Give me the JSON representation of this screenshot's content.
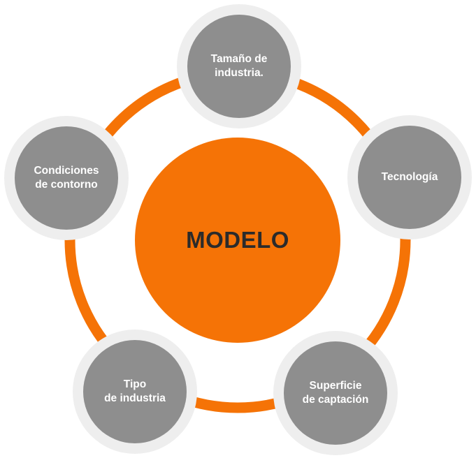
{
  "colors": {
    "accent": "#f57306",
    "node_fill": "#8e8e8e",
    "node_halo": "#eeeeee",
    "center_text": "#2b2b2b",
    "node_text": "#ffffff"
  },
  "center": {
    "label": "MODELO"
  },
  "nodes": [
    {
      "label": "Tamaño de\nindustria."
    },
    {
      "label": "Tecnología"
    },
    {
      "label": "Superficie\nde captación"
    },
    {
      "label": "Tipo\nde industria"
    },
    {
      "label": "Condiciones\nde contorno"
    }
  ]
}
